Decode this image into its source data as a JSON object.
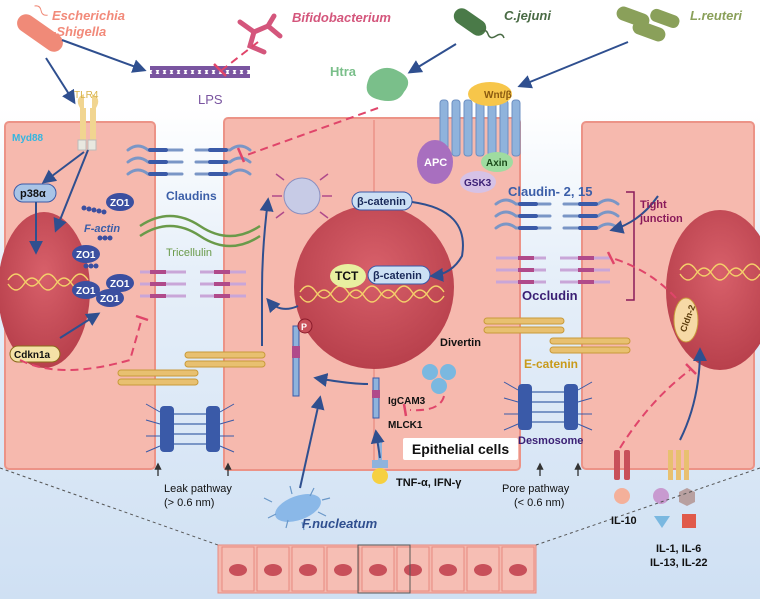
{
  "bacteria": {
    "escherichia": "Escherichia\n-Shigella",
    "bifidobacterium": "Bifidobacterium",
    "cjejuni": "C.jejuni",
    "lreuteri": "L.reuteri",
    "fnucleatum": "F.nucleatum"
  },
  "molecules": {
    "lps": "LPS",
    "htra": "Htra",
    "tlr4": "TLR4",
    "myd88": "Myd88",
    "p38a": "p38α",
    "zo1": "ZO1",
    "factin": "F-actin",
    "cdkn1a": "Cdkn1a",
    "claudins": "Claudins",
    "tricellulin": "Tricellulin",
    "wnt": "Wnt/β",
    "apc": "APC",
    "axin": "Axin",
    "gsk3": "GSK3",
    "bcatenin": "β-catenin",
    "tct": "TCT",
    "p": "P",
    "divertin": "Divertin",
    "igcam3": "IgCAM3",
    "mlck1": "MLCK1",
    "tnf": "TNF-α, IFN-γ",
    "claudin215": "Claudin- 2, 15",
    "tight_junction": "Tight\njunction",
    "occludin": "Occludin",
    "ecatenin": "E-catenin",
    "desmosome": "Desmosome",
    "cldn2": "Cldn-2",
    "il10": "IL-10",
    "il_group": "IL-1, IL-6\nIL-13, IL-22"
  },
  "pathways": {
    "leak": "Leak pathway",
    "leak_size": "(> 0.6 nm)",
    "pore": "Pore pathway",
    "pore_size": "(< 0.6 nm)"
  },
  "epithelial_cells": "Epithelial cells",
  "colors": {
    "background": "#d7e6f6",
    "cell_fill": "#f5b4aa",
    "cell_border": "#e88a80",
    "nucleus": "#c8505a",
    "arrow_blue": "#2f4f8f",
    "inhibit_red": "#e0456a",
    "escherichia_text": "#f28a7a",
    "bifido_text": "#d4567c",
    "cjejuni_text": "#4a6b45",
    "lreuteri_text": "#8aa05a",
    "htra_color": "#7abf8a",
    "zo1_fill": "#3b4fa0",
    "claudin_text": "#3b5ea8",
    "occludin_text": "#3a1f74",
    "ecatenin_text": "#c89a1a",
    "tight_junction_text": "#8a1a5a",
    "myd88_text": "#33b6e0",
    "tlr4_text": "#d8b34a"
  }
}
